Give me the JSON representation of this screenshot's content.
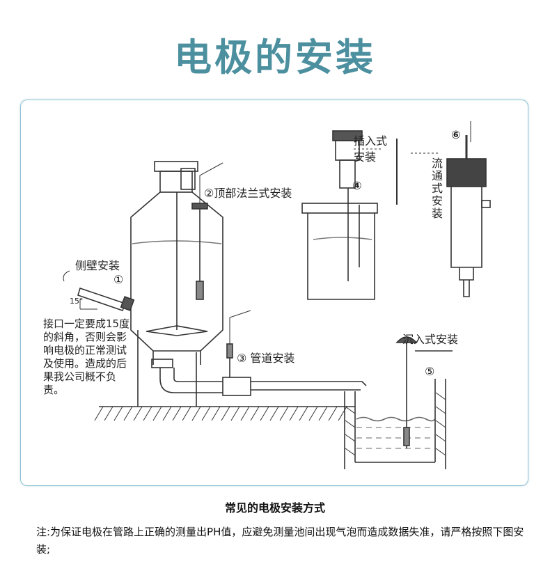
{
  "page_title": "电极的安装",
  "diagram": {
    "labels": {
      "top_flange": "②顶部法兰式安装",
      "side_wall": "侧壁安装",
      "side_wall_num": "①",
      "angle": "15°",
      "insertion_line1": "插入式",
      "insertion_line2": "安装",
      "insertion_num": "④",
      "flow_num": "⑥",
      "flow_through": "流通式安装",
      "pipeline": "③ 管道安装",
      "submersion": "沉入式安装",
      "submersion_num": "⑤"
    },
    "warning": "接口一定要成15度的斜角，否则会影响电极的正常测试及使用。造成的后果我公司概不负责。"
  },
  "caption": "常见的电极安装方式",
  "note": "注:为保证电极在管路上正确的测量出PH值，应避免测量池间出现气泡而造成数据失准，请严格按照下图安装;"
}
